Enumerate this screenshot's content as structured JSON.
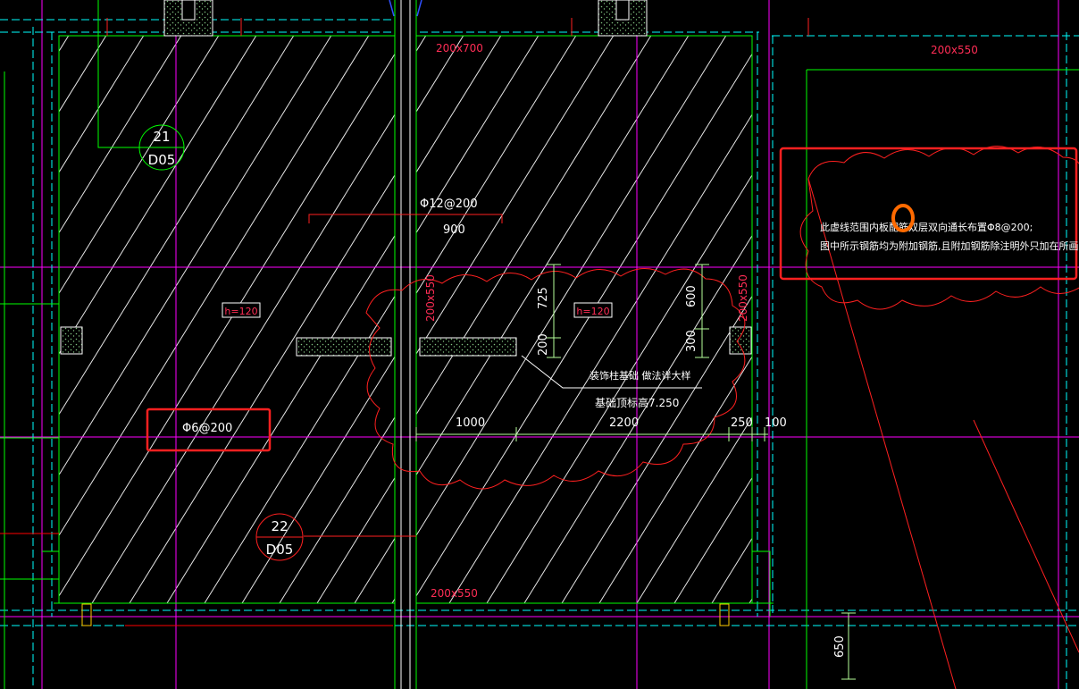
{
  "colors": {
    "background": "#000000",
    "hatch": "#e6e6e6",
    "beam": "#00ff00",
    "axis": "#ff00ff",
    "dashed": "#00ffff",
    "red": "#ff0000",
    "highlight_box": "#ff2020",
    "orange_mark": "#ff6a00",
    "blue": "#3050ff"
  },
  "drawing": {
    "beam_label_top": "200x700",
    "beam_label_right_top": "200x550",
    "beam_label_left_vertical": "200x550",
    "beam_label_right_vertical": "200x550",
    "beam_label_bottom": "200x550",
    "section_21": {
      "number": "21",
      "ref": "D05"
    },
    "section_22": {
      "number": "22",
      "ref": "D05"
    },
    "rebar_top": "Φ12@200",
    "rebar_top_length": "900",
    "height_left": "h=120",
    "height_right": "h=120",
    "rebar_highlight": "Φ6@200",
    "dim_725": "725",
    "dim_200": "200",
    "dim_600": "600",
    "dim_300": "300",
    "dim_1000": "1000",
    "dim_2200": "2200",
    "dim_250": "250",
    "dim_100": "100",
    "dim_650": "650",
    "detail_title": "装饰柱基础 做法详大样",
    "detail_elevation": "基础顶标高7.250",
    "note_line1_a": "此虚线范围内板配筋",
    "note_line1_mark": "双层",
    "note_line1_b": "双向通长布置Φ8@200;",
    "note_line2": "图中所示钢筋均为附加钢筋,且附加钢筋除注明外只加在所画的板跨范围内."
  }
}
